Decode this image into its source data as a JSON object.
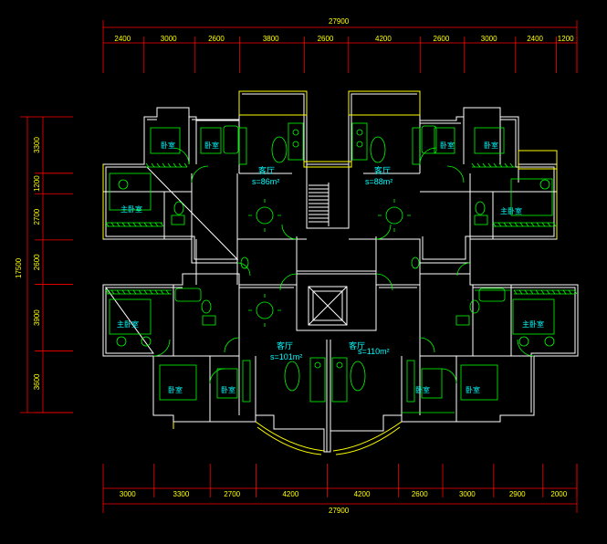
{
  "dimensions": {
    "top_total": "27900",
    "top_segments": [
      "2400",
      "3000",
      "2600",
      "3800",
      "2600",
      "4200",
      "2600",
      "3000",
      "2400",
      "1200"
    ],
    "left_total": "17500",
    "left_segments": [
      "3300",
      "1200",
      "2700",
      "2600",
      "3900",
      "3600"
    ],
    "bottom_segments": [
      "3000",
      "3300",
      "2700",
      "4200",
      "4200",
      "2600",
      "3000",
      "2900",
      "2000"
    ],
    "bottom_total": "27900"
  },
  "rooms": {
    "living_tl": "客厅",
    "area_tl": "s=86m²",
    "living_tr": "客厅",
    "area_tr": "s=88m²",
    "living_bl": "客厅",
    "area_bl": "s=101m²",
    "living_br": "客厅",
    "area_br": "s=110m²",
    "bedroom": "卧室",
    "master_bedroom": "主卧室"
  },
  "colors": {
    "background": "#000000",
    "walls": "#ffffff",
    "fixtures": "#00ff00",
    "furniture_text": "#00ffff",
    "dimension_text": "#ffff00",
    "dimension_lines": "#ff0000"
  }
}
